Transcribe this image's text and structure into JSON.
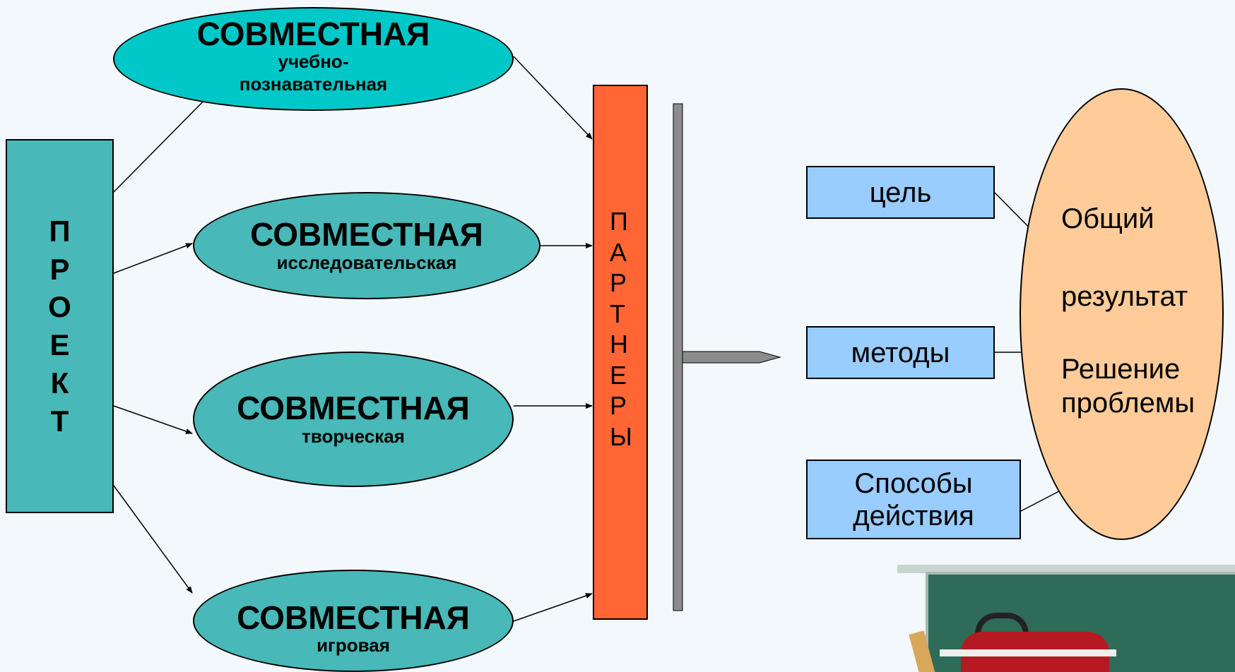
{
  "project": {
    "letters": [
      "П",
      "Р",
      "О",
      "Е",
      "К",
      "Т"
    ]
  },
  "activities": [
    {
      "title": "СОВМЕСТНАЯ",
      "subtitle_lines": [
        "учебно-",
        "познавательная"
      ]
    },
    {
      "title": "СОВМЕСТНАЯ",
      "subtitle_lines": [
        "исследовательская"
      ]
    },
    {
      "title": "СОВМЕСТНАЯ",
      "subtitle_lines": [
        "творческая"
      ]
    },
    {
      "title": "СОВМЕСТНАЯ",
      "subtitle_lines": [
        "игровая"
      ]
    }
  ],
  "partners": {
    "letters": [
      "П",
      "А",
      "Р",
      "Т",
      "Н",
      "Е",
      "Р",
      "Ы"
    ]
  },
  "components": [
    {
      "lines": [
        "цель"
      ]
    },
    {
      "lines": [
        "методы"
      ]
    },
    {
      "lines": [
        "Способы",
        "действия"
      ]
    }
  ],
  "result": {
    "lines": [
      "Общий",
      "результат",
      "Решение",
      "проблемы"
    ]
  },
  "colors": {
    "project_box": "#48b8b8",
    "activity_top": "#00c8c8",
    "activity": "#48b8b8",
    "partners_box": "#ff6633",
    "component_box": "#99ccff",
    "result_ellipse": "#ffcc99",
    "background": "#f2f8fb"
  }
}
